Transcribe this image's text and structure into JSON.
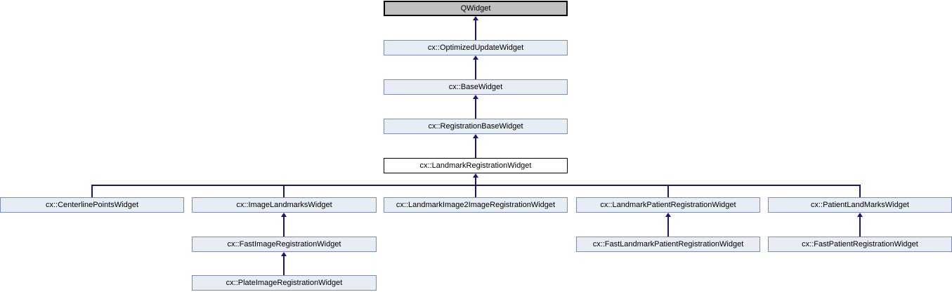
{
  "diagram_type": "class-inheritance-graph",
  "colors": {
    "bg": "#ffffff",
    "edge": "#191970",
    "node_fill": "#e8ecf5",
    "node_border": "#7d8cbc",
    "node_text": "#000000",
    "external_fill": "#c0c0c0",
    "focus_border": "#000000"
  },
  "nodes": [
    {
      "label": "QWidget",
      "style": "external"
    },
    {
      "label": "cx::OptimizedUpdateWidget",
      "style": "normal"
    },
    {
      "label": "cx::BaseWidget",
      "style": "normal"
    },
    {
      "label": "cx::RegistrationBaseWidget",
      "style": "normal"
    },
    {
      "label": "cx::LandmarkRegistrationWidget",
      "style": "focus"
    },
    {
      "label": "cx::CenterlinePointsWidget",
      "style": "normal"
    },
    {
      "label": "cx::ImageLandmarksWidget",
      "style": "normal"
    },
    {
      "label": "cx::LandmarkImage2ImageRegistrationWidget",
      "style": "normal"
    },
    {
      "label": "cx::LandmarkPatientRegistrationWidget",
      "style": "normal"
    },
    {
      "label": "cx::PatientLandMarksWidget",
      "style": "normal"
    },
    {
      "label": "cx::FastImageRegistrationWidget",
      "style": "normal"
    },
    {
      "label": "cx::FastLandmarkPatientRegistrationWidget",
      "style": "normal"
    },
    {
      "label": "cx::FastPatientRegistrationWidget",
      "style": "normal"
    },
    {
      "label": "cx::PlateImageRegistrationWidget",
      "style": "normal"
    }
  ],
  "edges": [
    {
      "child": "cx::OptimizedUpdateWidget",
      "parent": "QWidget"
    },
    {
      "child": "cx::BaseWidget",
      "parent": "cx::OptimizedUpdateWidget"
    },
    {
      "child": "cx::RegistrationBaseWidget",
      "parent": "cx::BaseWidget"
    },
    {
      "child": "cx::LandmarkRegistrationWidget",
      "parent": "cx::RegistrationBaseWidget"
    },
    {
      "child": "cx::CenterlinePointsWidget",
      "parent": "cx::LandmarkRegistrationWidget"
    },
    {
      "child": "cx::ImageLandmarksWidget",
      "parent": "cx::LandmarkRegistrationWidget"
    },
    {
      "child": "cx::LandmarkImage2ImageRegistrationWidget",
      "parent": "cx::LandmarkRegistrationWidget"
    },
    {
      "child": "cx::LandmarkPatientRegistrationWidget",
      "parent": "cx::LandmarkRegistrationWidget"
    },
    {
      "child": "cx::PatientLandMarksWidget",
      "parent": "cx::LandmarkRegistrationWidget"
    },
    {
      "child": "cx::FastImageRegistrationWidget",
      "parent": "cx::ImageLandmarksWidget"
    },
    {
      "child": "cx::FastLandmarkPatientRegistrationWidget",
      "parent": "cx::LandmarkPatientRegistrationWidget"
    },
    {
      "child": "cx::FastPatientRegistrationWidget",
      "parent": "cx::PatientLandMarksWidget"
    },
    {
      "child": "cx::PlateImageRegistrationWidget",
      "parent": "cx::FastImageRegistrationWidget"
    }
  ]
}
